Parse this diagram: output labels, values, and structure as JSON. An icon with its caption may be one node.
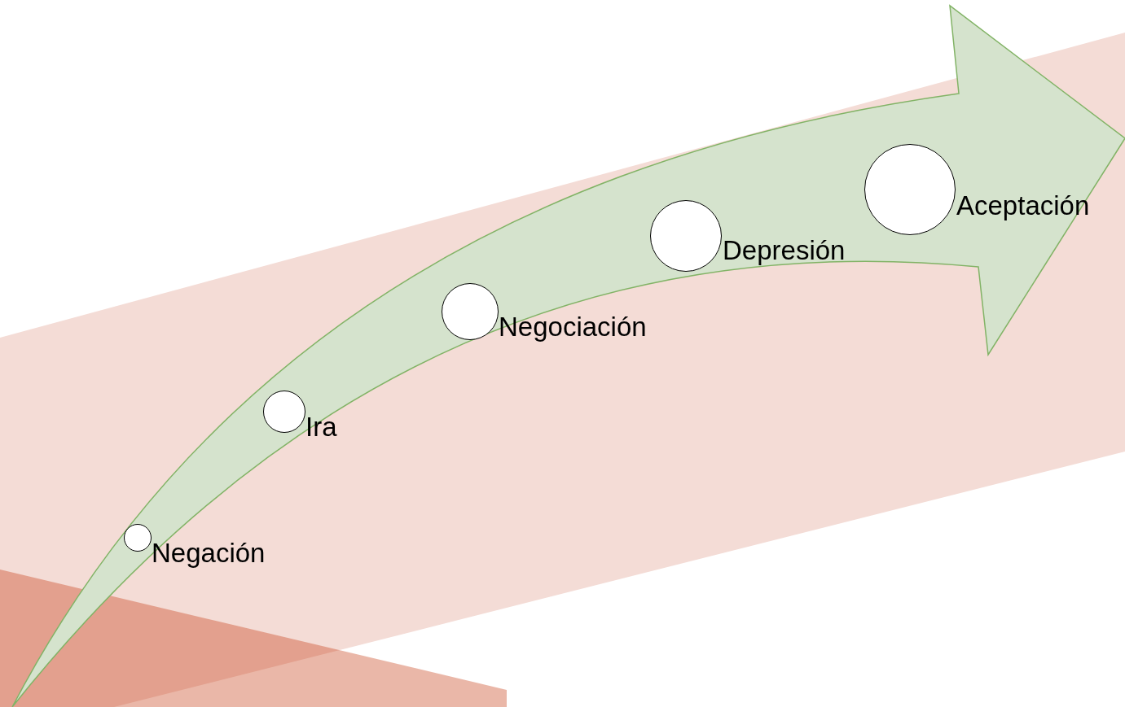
{
  "diagram": {
    "nodes": [
      {
        "text": [],
        "shape": "circle",
        "beside": [
          "Negación"
        ]
      },
      {
        "text": [],
        "shape": "circle",
        "beside": [
          "Ira"
        ]
      },
      {
        "text": [],
        "shape": "circle",
        "beside": [
          "Negociación"
        ]
      },
      {
        "text": [],
        "shape": "circle",
        "beside": [
          "Depresión"
        ]
      },
      {
        "text": [],
        "shape": "circle",
        "beside": [
          "Aceptación"
        ]
      }
    ]
  }
}
